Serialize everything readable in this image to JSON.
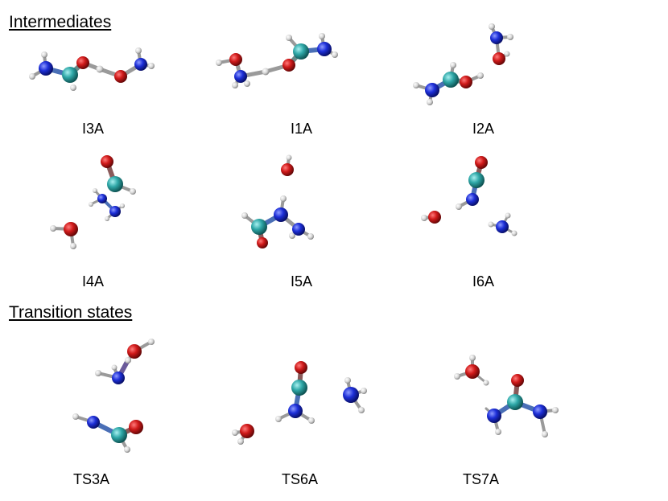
{
  "sections": {
    "intermediates": "Intermediates",
    "transition_states": "Transition states"
  },
  "molecules": {
    "i3a": "I3A",
    "i1a": "I1A",
    "i2a": "I2A",
    "i4a": "I4A",
    "i5a": "I5A",
    "i6a": "I6A",
    "ts3a": "TS3A",
    "ts6a": "TS6A",
    "ts7a": "TS7A"
  },
  "colors": {
    "oxygen": "#c0121a",
    "nitrogen": "#1c2fd6",
    "carbon": "#2fa6a6",
    "hydrogen": "#d8d8d8",
    "bond": "#9a9a9a"
  }
}
